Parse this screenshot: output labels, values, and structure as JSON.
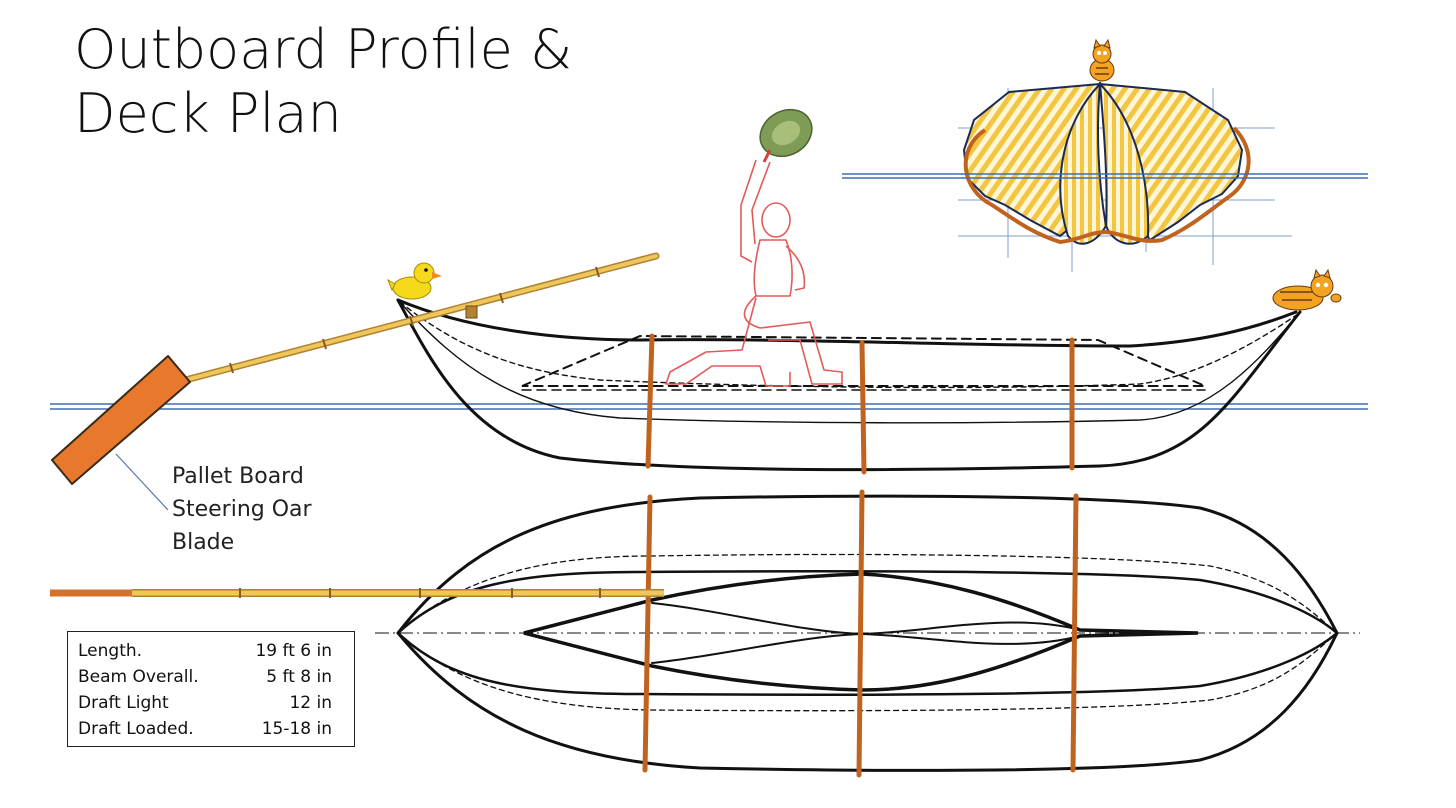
{
  "title": {
    "line1": "Outboard Profile &",
    "line2": "Deck Plan"
  },
  "oar_label": {
    "line1": "Pallet Board",
    "line2": "Steering Oar",
    "line3": "Blade"
  },
  "specs": [
    {
      "label": "Length.",
      "value": "19 ft 6 in"
    },
    {
      "label": "Beam Overall.",
      "value": "5 ft 8 in"
    },
    {
      "label": "Draft Light",
      "value": "12 in"
    },
    {
      "label": "Draft Loaded.",
      "value": "15-18 in"
    }
  ],
  "colors": {
    "hull_line": "#111111",
    "frame": "#c0631f",
    "waterline": "#3f6fb0",
    "bamboo": "#e9b84a",
    "oar_blade": "#e8782c",
    "figure": "#e45a5a",
    "section_fill": "#f2c640",
    "grid": "#7d9fd2"
  },
  "icons": [
    "rubber-duck-icon",
    "cat-icon",
    "cat-on-top-icon",
    "straw-hat-icon",
    "kneeling-figure-icon"
  ]
}
